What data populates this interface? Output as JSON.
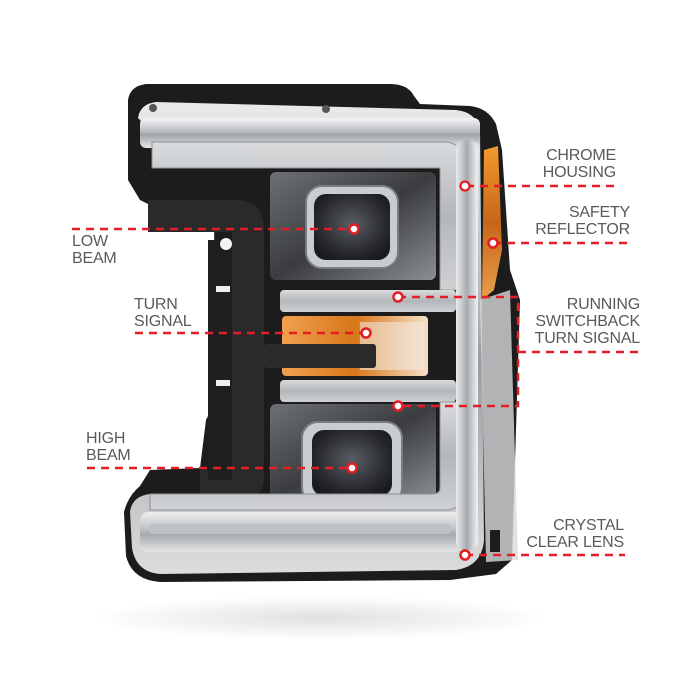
{
  "figure": {
    "type": "product-callout-diagram",
    "subject": "Projector headlight, chrome housing"
  },
  "colors": {
    "callout_red": "#e31e24",
    "label_gray": "#5a5a5a",
    "background": "#ffffff",
    "chrome": "#c9cbcd",
    "housing_black": "#1c1c1c",
    "amber": "#e8821e"
  },
  "callouts": {
    "chrome_housing": {
      "line1": "CHROME",
      "line2": "HOUSING"
    },
    "safety_reflector": {
      "line1": "SAFETY",
      "line2": "REFLECTOR"
    },
    "running_switchback": {
      "line1": "RUNNING",
      "line2": "SWITCHBACK",
      "line3": "TURN SIGNAL"
    },
    "crystal_clear_lens": {
      "line1": "CRYSTAL",
      "line2": "CLEAR LENS"
    },
    "low_beam": {
      "line1": "LOW",
      "line2": "BEAM"
    },
    "turn_signal": {
      "line1": "TURN",
      "line2": "SIGNAL"
    },
    "high_beam": {
      "line1": "HIGH",
      "line2": "BEAM"
    }
  }
}
